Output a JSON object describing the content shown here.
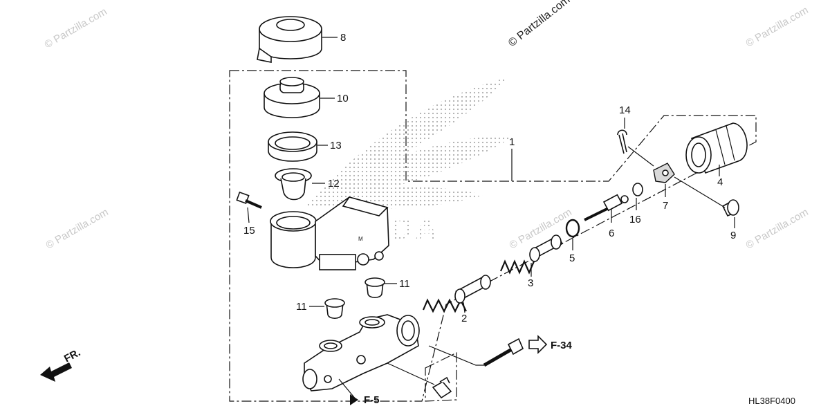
{
  "watermark": {
    "main": "© Partzilla.com",
    "small": "© Partzilla.com"
  },
  "labels": {
    "p1": "1",
    "p2": "2",
    "p3": "3",
    "p4": "4",
    "p5": "5",
    "p6": "6",
    "p7": "7",
    "p8": "8",
    "p9": "9",
    "p10": "10",
    "p11a": "11",
    "p11b": "11",
    "p12": "12",
    "p13": "13",
    "p14": "14",
    "p15": "15",
    "p16": "16"
  },
  "refs": {
    "f34": "F-34",
    "f5": "F-5",
    "front": "FR."
  },
  "diagram_code": "HL38F0400",
  "colors": {
    "line": "#111111",
    "watermark": "#c8c8c8",
    "shade": "#d9d9d9"
  }
}
